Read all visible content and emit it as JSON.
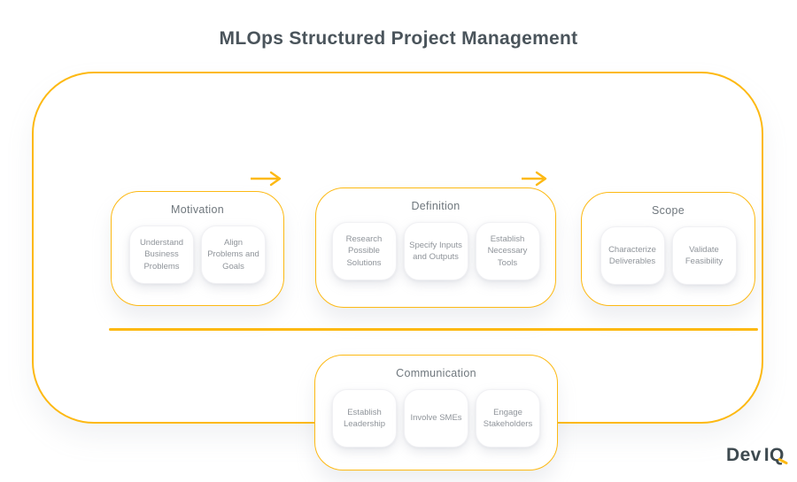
{
  "title": "MLOps Structured Project Management",
  "colors": {
    "accent": "#FDB913",
    "title_text": "#4A545B",
    "group_label_text": "#6F777D",
    "card_text": "#8F949A",
    "logo_text": "#3E4A50"
  },
  "groups": [
    {
      "label": "Motivation",
      "cards": [
        "Understand Business Problems",
        "Align Problems and Goals"
      ]
    },
    {
      "label": "Definition",
      "cards": [
        "Research Possible Solutions",
        "Specify Inputs and Outputs",
        "Establish Necessary Tools"
      ]
    },
    {
      "label": "Scope",
      "cards": [
        "Characterize Deliverables",
        "Validate Feasibility"
      ]
    },
    {
      "label": "Communication",
      "cards": [
        "Establish Leadership",
        "Involve SMEs",
        "Engage Stakeholders"
      ]
    }
  ],
  "logo": {
    "dev": "Dev",
    "iq": "IQ"
  }
}
